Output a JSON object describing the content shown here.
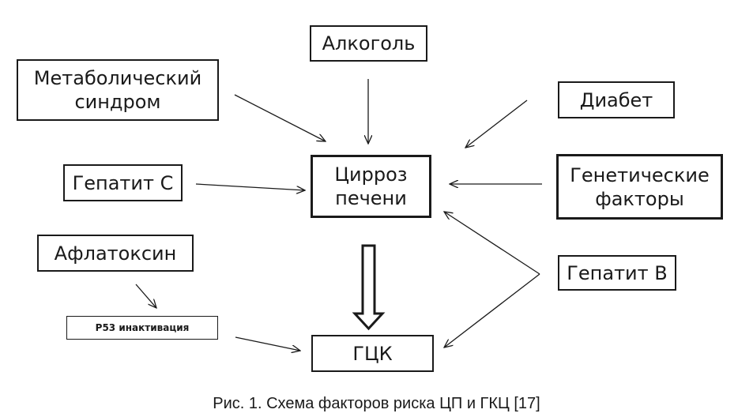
{
  "boxes": {
    "alcohol": "Алкоголь",
    "metabolic": "Метаболический\nсиндром",
    "diabetes": "Диабет",
    "hepatitis_c": "Гепатит С",
    "cirrhosis": "Цирроз\nпечени",
    "genetic": "Генетические\nфакторы",
    "aflatoxin": "Афлатоксин",
    "p53": "P53 инактивация",
    "hepatitis_b": "Гепатит В",
    "hcc": "ГЦК"
  },
  "caption": "Рис. 1. Схема факторов риска ЦП и ГКЦ [17]",
  "colors": {
    "line": "#1a1a1a",
    "background": "#ffffff"
  }
}
